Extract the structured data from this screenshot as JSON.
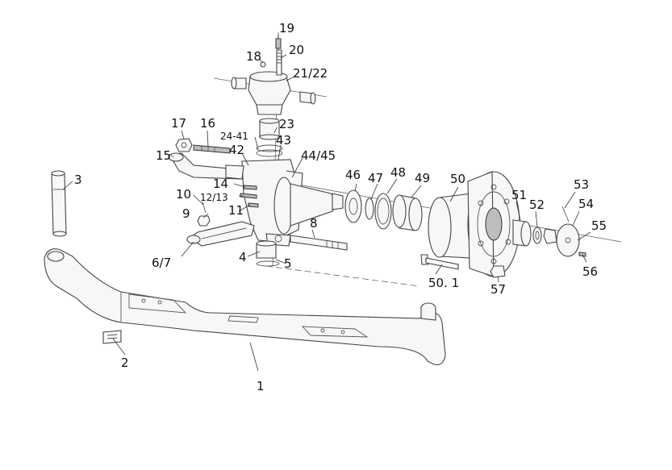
{
  "callouts": {
    "c1": "1",
    "c2": "2",
    "c3": "3",
    "c4": "4",
    "c5": "5",
    "c6_7": "6/7",
    "c8": "8",
    "c9": "9",
    "c10": "10",
    "c11": "11",
    "c12_13": "12/13",
    "c14": "14",
    "c15": "15",
    "c16": "16",
    "c17": "17",
    "c18": "18",
    "c19": "19",
    "c20": "20",
    "c21_22": "21/22",
    "c23": "23",
    "c24_41": "24-41",
    "c42": "42",
    "c43": "43",
    "c44_45": "44/45",
    "c46": "46",
    "c47": "47",
    "c48": "48",
    "c49": "49",
    "c50": "50",
    "c50_1": "50. 1",
    "c51": "51",
    "c52": "52",
    "c53": "53",
    "c54": "54",
    "c55": "55",
    "c56": "56",
    "c57": "57"
  }
}
